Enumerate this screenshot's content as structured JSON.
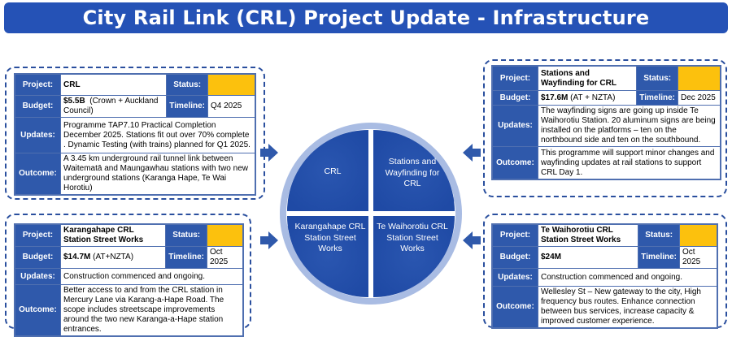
{
  "title": "City Rail Link (CRL) Project Update - Infrastructure",
  "colors": {
    "banner": "#2552b6",
    "label_bg": "#2f59ab",
    "status": "#fcc10d",
    "quadrant": "#2a56b0",
    "arrow": "#2f59ab"
  },
  "labels": {
    "project": "Project:",
    "status": "Status:",
    "budget": "Budget:",
    "timeline": "Timeline:",
    "updates": "Updates:",
    "outcome": "Outcome:"
  },
  "crl": {
    "project": "CRL",
    "budget_value": "$5.5B",
    "budget_note": "(Crown + Auckland Council)",
    "timeline": "Q4 2025",
    "updates": "Programme TAP7.10 Practical Completion December 2025. Stations fit out over 70% complete . Dynamic Testing (with trains) planned for Q1 2025.",
    "outcome": "A 3.45 km underground rail tunnel link between Waitematā and Maungawhau stations with two new underground stations (Karanga Hape, Te Wai Horotiu)"
  },
  "stations": {
    "project": "Stations and Wayfinding for CRL",
    "budget_value": "$17.6M",
    "budget_note": "(AT + NZTA)",
    "timeline": "Dec 2025",
    "updates": "The wayfinding signs are going up inside  Te Waihorotiu Station. 20 aluminum signs are being installed on the platforms –  ten on the northbound side and ten on the southbound.",
    "outcome": "This programme will support minor changes and wayfinding updates at rail stations to support CRL Day 1."
  },
  "karangahape": {
    "project": "Karangahape CRL Station Street Works",
    "budget_value": "$14.7M",
    "budget_note": "(AT+NZTA)",
    "timeline": "Oct 2025",
    "updates": "Construction commenced and ongoing.",
    "outcome": "Better access to and from the CRL station in Mercury Lane via Karang-a-Hape Road. The scope includes streetscape improvements around the two new Karanga-a-Hape station entrances."
  },
  "waihorotiu": {
    "project": "Te Waihorotiu CRL Station Street Works",
    "budget_value": "$24M",
    "budget_note": "",
    "timeline": "Oct 2025",
    "updates": "Construction commenced and ongoing.",
    "outcome": "Wellesley St – New gateway to the city, High frequency bus routes. Enhance connection between bus services, increase capacity & improved customer experience."
  },
  "quadrants": {
    "top_left": "CRL",
    "top_right": "Stations and Wayfinding for CRL",
    "bottom_left": "Karangahape CRL Station Street Works",
    "bottom_right": "Te Waihorotiu CRL Station Street Works"
  },
  "icons": [
    "arrow-right-icon",
    "arrow-left-icon",
    "cycle-arrow-icon"
  ]
}
